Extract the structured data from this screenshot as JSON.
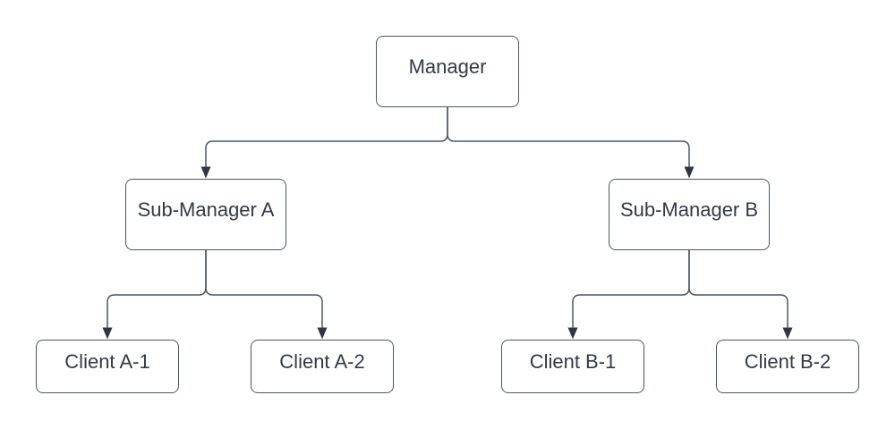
{
  "diagram": {
    "type": "org-chart",
    "nodes": {
      "manager": {
        "label": "Manager"
      },
      "sub_manager_a": {
        "label": "Sub-Manager A"
      },
      "sub_manager_b": {
        "label": "Sub-Manager B"
      },
      "client_a1": {
        "label": "Client A-1"
      },
      "client_a2": {
        "label": "Client A-2"
      },
      "client_b1": {
        "label": "Client B-1"
      },
      "client_b2": {
        "label": "Client B-2"
      }
    },
    "edges": [
      {
        "from": "Manager",
        "to": "Sub-Manager A"
      },
      {
        "from": "Manager",
        "to": "Sub-Manager B"
      },
      {
        "from": "Sub-Manager A",
        "to": "Client A-1"
      },
      {
        "from": "Sub-Manager A",
        "to": "Client A-2"
      },
      {
        "from": "Sub-Manager B",
        "to": "Client B-1"
      },
      {
        "from": "Sub-Manager B",
        "to": "Client B-2"
      }
    ],
    "colors": {
      "background": "#ffffff",
      "node_fill": "#ffffff",
      "stroke": "#4c5662",
      "arrow_fill": "#2f3744",
      "text": "#333a46"
    }
  }
}
